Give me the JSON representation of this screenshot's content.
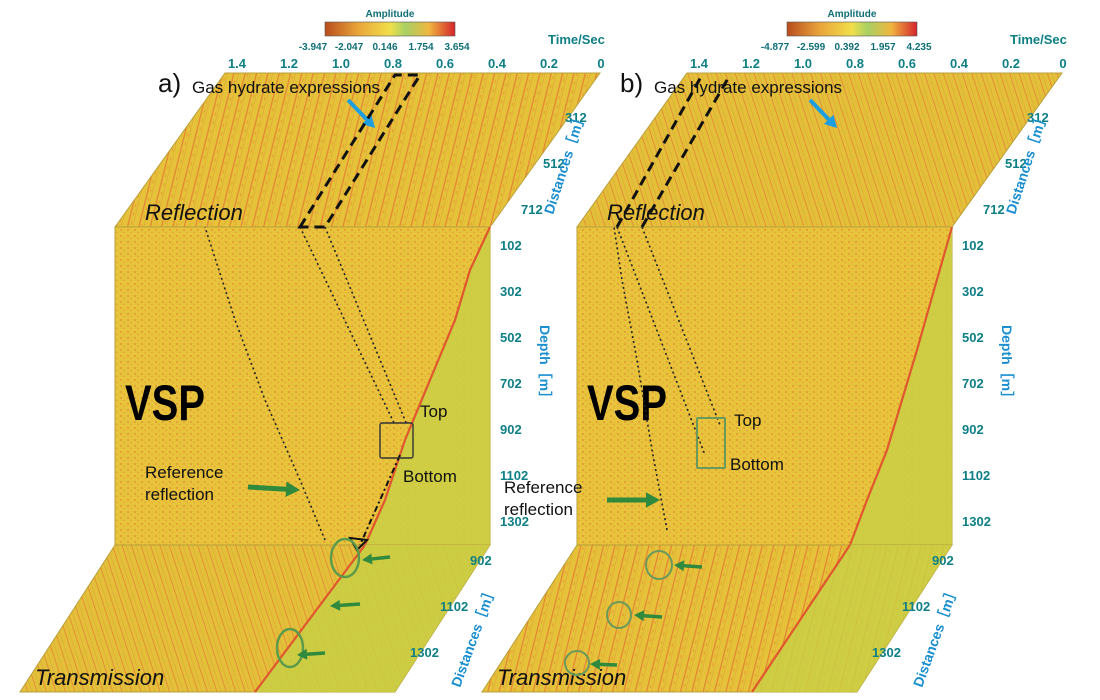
{
  "colors": {
    "field": "#e6c23a",
    "lower_zone": "#c9cf45",
    "trace": "#e0572e",
    "colorbar_title": "#0e6f76",
    "tick_teal": "#0e7f86",
    "axis_blue": "#1a8fd0",
    "arrow_green": "#2f8a3e",
    "arrow_blue": "#1c9ee0"
  },
  "panel_a": {
    "label": "a)",
    "colorbar": {
      "title": "Amplitude",
      "ticks": [
        "-3.947",
        "-2.047",
        "0.146",
        "1.754",
        "3.654"
      ]
    },
    "time_title": "Time/Sec",
    "time_ticks": [
      "1.4",
      "1.2",
      "1.0",
      "0.8",
      "0.6",
      "0.4",
      "0.2",
      "0"
    ],
    "reflection_distance_ticks": [
      "312",
      "512",
      "712"
    ],
    "reflection_distance_label": "Distances［m］",
    "depth_ticks": [
      "102",
      "302",
      "502",
      "702",
      "902",
      "1102",
      "1302"
    ],
    "depth_label": "Depth［m］",
    "transmission_distance_ticks": [
      "902",
      "1102",
      "1302"
    ],
    "transmission_distance_label": "Distances［m］",
    "gas_hydrate_text": "Gas hydrate expressions",
    "reflection_text": "Reflection",
    "vsp_text": "VSP",
    "top_text": "Top",
    "bottom_text": "Bottom",
    "reference_text_1": "Reference",
    "reference_text_2": "reflection",
    "transmission_text": "Transmission"
  },
  "panel_b": {
    "label": "b)",
    "colorbar": {
      "title": "Amplitude",
      "ticks": [
        "-4.877",
        "-2.599",
        "0.392",
        "1.957",
        "4.235"
      ]
    },
    "time_title": "Time/Sec",
    "time_ticks": [
      "1.4",
      "1.2",
      "1.0",
      "0.8",
      "0.6",
      "0.4",
      "0.2",
      "0"
    ],
    "reflection_distance_ticks": [
      "312",
      "512",
      "712"
    ],
    "reflection_distance_label": "Distances［m］",
    "depth_ticks": [
      "102",
      "302",
      "502",
      "702",
      "902",
      "1102",
      "1302"
    ],
    "depth_label": "Depth［m］",
    "transmission_distance_ticks": [
      "902",
      "1102",
      "1302"
    ],
    "transmission_distance_label": "Distances［m］",
    "gas_hydrate_text": "Gas hydrate expressions",
    "reflection_text": "Reflection",
    "vsp_text": "VSP",
    "top_text": "Top",
    "bottom_text": "Bottom",
    "reference_text_1": "Reference",
    "reference_text_2": "reflection",
    "transmission_text": "Transmission"
  }
}
